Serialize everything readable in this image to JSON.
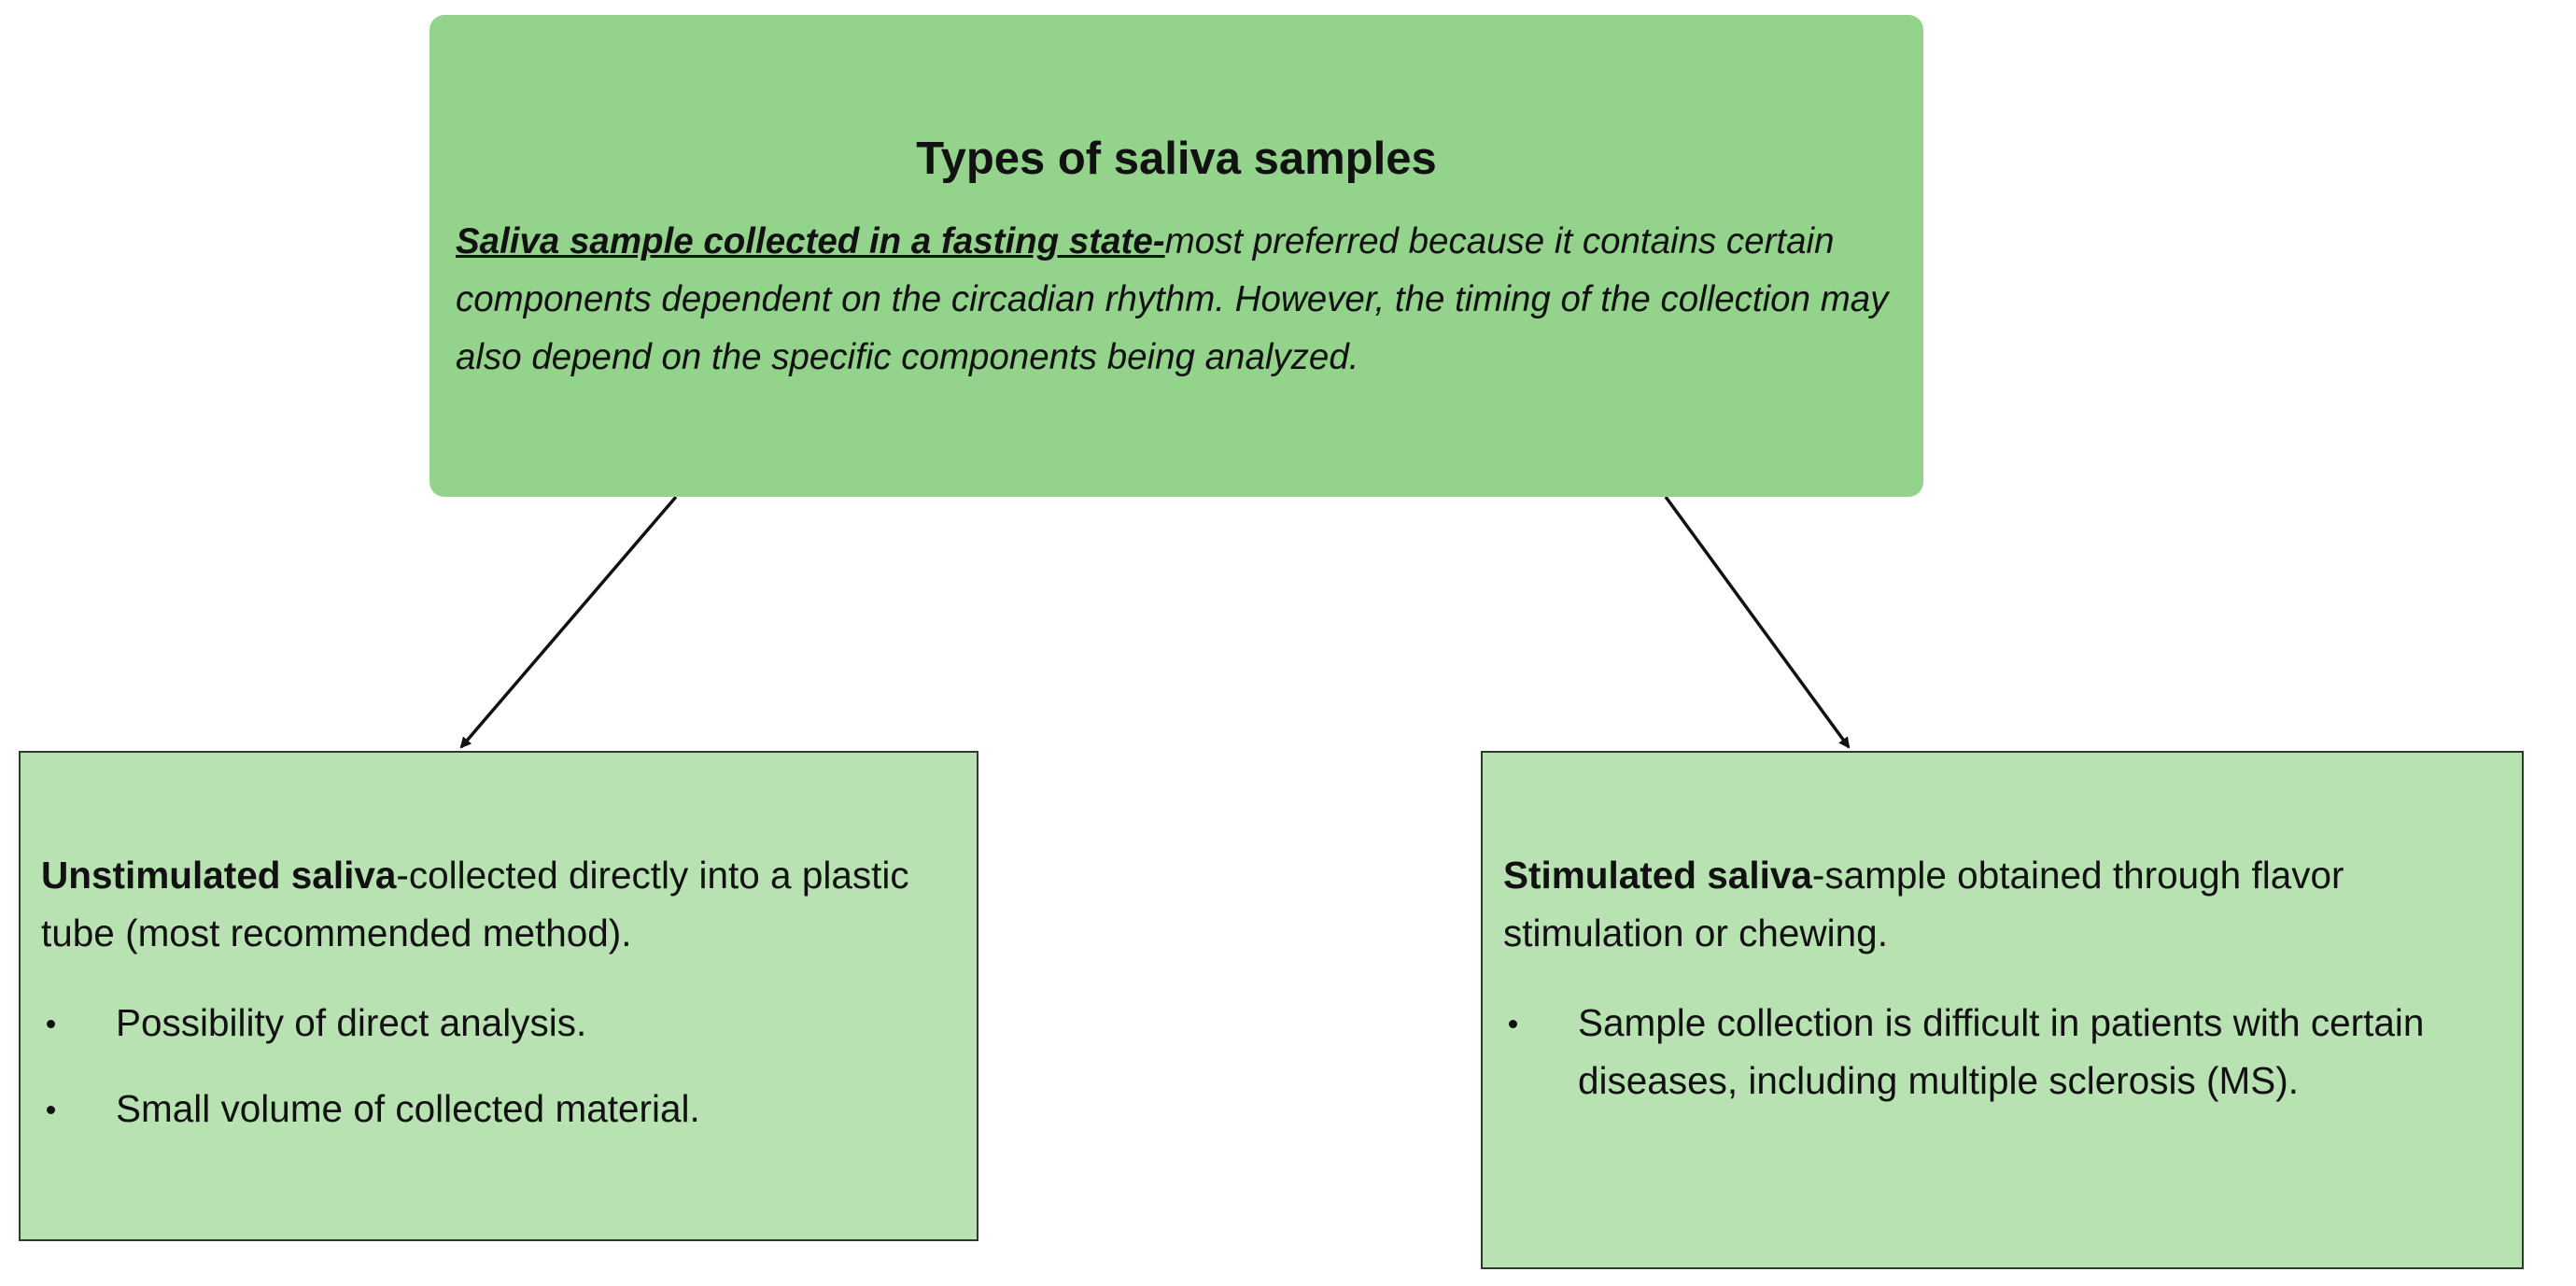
{
  "top": {
    "title": "Types of saliva samples",
    "lead": "Saliva sample collected in a fasting state-",
    "text": "most preferred because it contains certain components dependent on the circadian rhythm. However, the timing of the collection may also depend on the specific components being analyzed."
  },
  "left": {
    "heading": "Unstimulated saliva",
    "text": "-collected directly into a plastic tube (most recommended method).",
    "bullets": [
      "Possibility of direct analysis.",
      "Small volume of collected material."
    ]
  },
  "right": {
    "heading": "Stimulated saliva",
    "text": "-sample obtained through flavor stimulation or chewing.",
    "bullets": [
      "Sample collection is difficult in patients with certain diseases, including multiple sclerosis (MS)."
    ]
  },
  "colors": {
    "top_fill": "#93d38b",
    "child_fill": "#b9e2b2",
    "arrow": "#111111"
  }
}
